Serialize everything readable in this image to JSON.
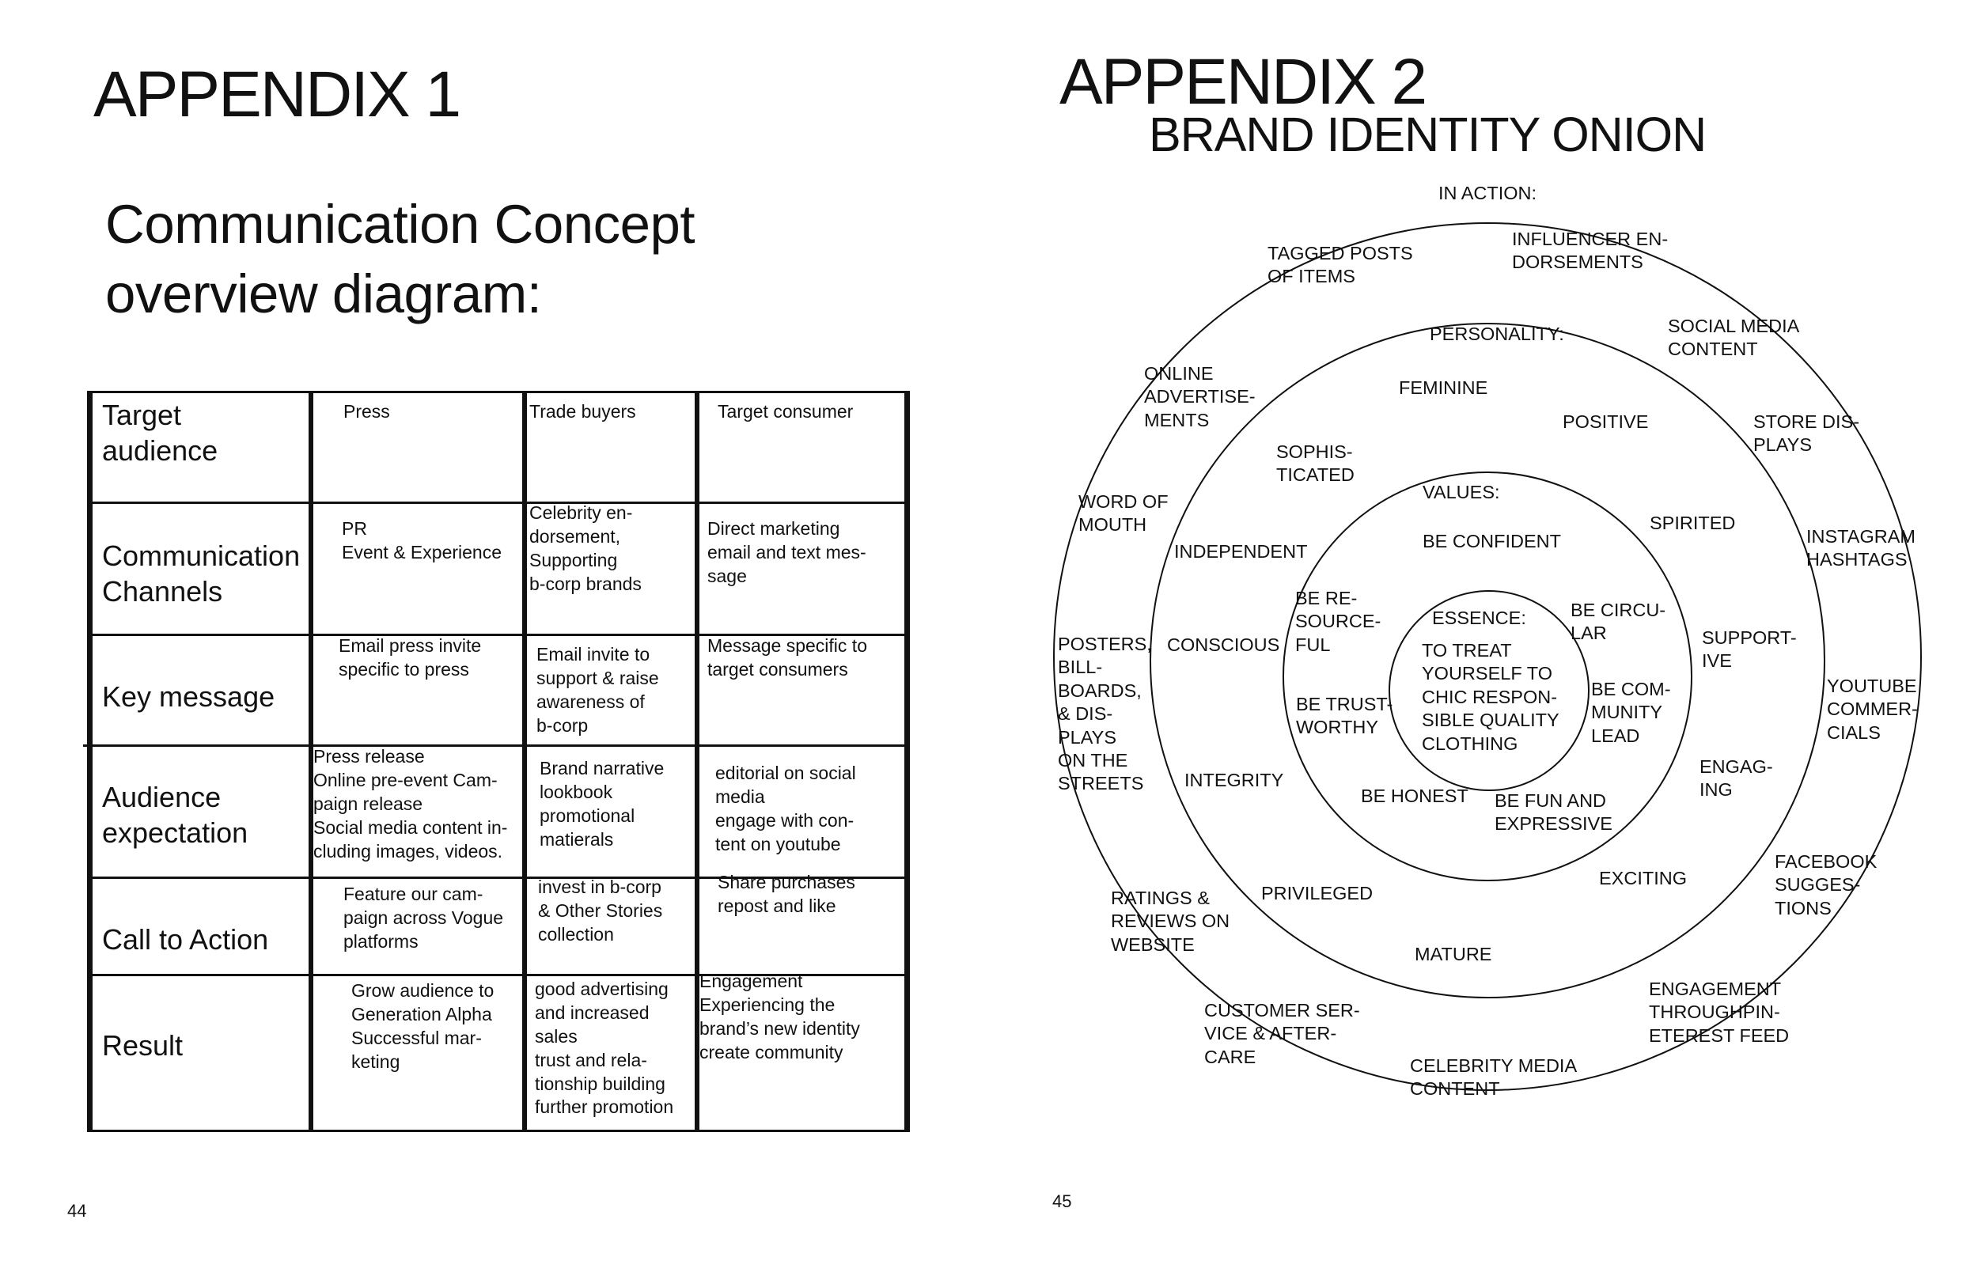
{
  "left_page": {
    "heading": "APPENDIX 1",
    "subheading": "Communication Concept\noverview diagram:",
    "page_number": "44",
    "table": {
      "rows": [
        {
          "label": "Target\naudience",
          "cells": [
            "Press",
            "Trade buyers",
            "Target consumer"
          ]
        },
        {
          "label": "Communication\nChannels",
          "cells": [
            "PR\nEvent & Experience",
            "Celebrity en-\ndorsement,\nSupporting\nb-corp brands",
            "Direct marketing\nemail and text mes-\nsage"
          ]
        },
        {
          "label": "Key message",
          "cells": [
            "Email press invite\nspecific to press",
            "Email invite to\nsupport & raise\nawareness of\nb-corp",
            "Message specific to\ntarget consumers"
          ]
        },
        {
          "label": "Audience\nexpectation",
          "cells": [
            "Press release\nOnline pre-event Cam-\npaign release\nSocial media content in-\ncluding images, videos.",
            "Brand narrative\nlookbook\npromotional\nmatierals",
            "editorial on social\nmedia\nengage with con-\ntent on youtube"
          ]
        },
        {
          "label": "Call to Action",
          "cells": [
            "Feature our cam-\npaign across Vogue\nplatforms",
            "invest in b-corp\n& Other Stories\ncollection",
            "Share purchases\nrepost and like"
          ]
        },
        {
          "label": "Result",
          "cells": [
            "Grow audience to\nGeneration Alpha\nSuccessful mar-\nketing",
            "good advertising\nand increased\nsales\ntrust and rela-\ntionship building\nfurther promotion",
            "Engagement\nExperiencing the\nbrand’s new identity\ncreate community"
          ]
        }
      ]
    }
  },
  "right_page": {
    "heading": "APPENDIX 2",
    "subheading": "BRAND IDENTITY ONION",
    "page_number": "45",
    "onion": {
      "in_action": {
        "title": "IN ACTION:",
        "items": [
          "TAGGED POSTS\nOF ITEMS",
          "INFLUENCER EN-\nDORSEMENTS",
          "SOCIAL MEDIA\nCONTENT",
          "ONLINE\nADVERTISE-\nMENTS",
          "STORE DIS-\nPLAYS",
          "WORD OF\nMOUTH",
          "INSTAGRAM\nHASHTAGS",
          "POSTERS,\nBILL-\nBOARDS,\n& DIS-\nPLAYS\nON THE\nSTREETS",
          "YOUTUBE\nCOMMER-\nCIALS",
          "FACEBOOK\nSUGGES-\nTIONS",
          "RATINGS &\nREVIEWS ON\nWEBSITE",
          "ENGAGEMENT\nTHROUGHPIN-\nETEREST FEED",
          "CUSTOMER SER-\nVICE & AFTER-\nCARE",
          "CELEBRITY MEDIA\nCONTENT"
        ]
      },
      "personality": {
        "title": "PERSONALITY:",
        "items": [
          "FEMININE",
          "POSITIVE",
          "SOPHIS-\nTICATED",
          "SPIRITED",
          "INDEPENDENT",
          "SUPPORT-\nIVE",
          "CONSCIOUS",
          "ENGAG-\nING",
          "INTEGRITY",
          "EXCITING",
          "PRIVILEGED",
          "MATURE"
        ]
      },
      "values": {
        "title": "VALUES:",
        "items": [
          "BE CONFIDENT",
          "BE RE-\nSOURCE-\nFUL",
          "BE CIRCU-\nLAR",
          "BE TRUST-\nWORTHY",
          "BE COM-\nMUNITY\nLEAD",
          "BE HONEST",
          "BE FUN AND\nEXPRESSIVE"
        ]
      },
      "essence": {
        "title": "ESSENCE:",
        "text": "TO TREAT\nYOURSELF TO\nCHIC RESPON-\nSIBLE QUALITY\nCLOTHING"
      }
    }
  }
}
